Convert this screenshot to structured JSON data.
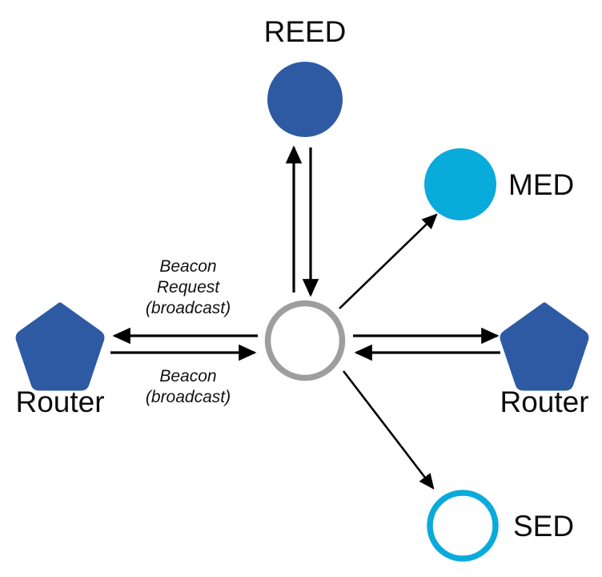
{
  "diagram": {
    "type": "thread-network-topology",
    "background_color": "#ffffff",
    "colors": {
      "router_blue": "#2E5AA4",
      "reed_blue": "#2E5AA4",
      "med_cyan": "#09ABDB",
      "sed_cyan": "#09ABDB",
      "leader_gray": "#9E9E9E",
      "arrow_black": "#000000",
      "text_black": "#0d0d0d"
    },
    "nodes": [
      {
        "id": "reed",
        "label": "REED",
        "shape": "filled-circle",
        "color": "#2E5AA4",
        "label_position": "above"
      },
      {
        "id": "med",
        "label": "MED",
        "shape": "filled-circle",
        "color": "#09ABDB",
        "label_position": "right"
      },
      {
        "id": "sed",
        "label": "SED",
        "shape": "hollow-circle",
        "color": "#09ABDB",
        "label_position": "right"
      },
      {
        "id": "router-left",
        "label": "Router",
        "shape": "filled-pentagon",
        "color": "#2E5AA4",
        "label_position": "below"
      },
      {
        "id": "router-right",
        "label": "Router",
        "shape": "filled-pentagon",
        "color": "#2E5AA4",
        "label_position": "below"
      },
      {
        "id": "center",
        "label": "",
        "shape": "hollow-circle",
        "color": "#9E9E9E",
        "label_position": "none"
      }
    ],
    "edges": [
      {
        "id": "center-to-reed",
        "from": "center",
        "to": "reed",
        "direction": "up",
        "label": ""
      },
      {
        "id": "reed-to-center",
        "from": "reed",
        "to": "center",
        "direction": "down",
        "label": ""
      },
      {
        "id": "center-to-router-left",
        "from": "center",
        "to": "router-left",
        "direction": "left",
        "label": "Beacon Request (broadcast)"
      },
      {
        "id": "router-left-to-center",
        "from": "router-left",
        "to": "center",
        "direction": "right",
        "label": "Beacon (broadcast)"
      },
      {
        "id": "center-to-router-right",
        "from": "center",
        "to": "router-right",
        "direction": "right",
        "label": ""
      },
      {
        "id": "router-right-to-center",
        "from": "router-right",
        "to": "center",
        "direction": "left",
        "label": ""
      },
      {
        "id": "center-to-med",
        "from": "center",
        "to": "med",
        "direction": "up-right",
        "label": ""
      },
      {
        "id": "center-to-sed",
        "from": "center",
        "to": "sed",
        "direction": "down-right",
        "label": ""
      }
    ],
    "labels": {
      "reed": "REED",
      "med": "MED",
      "sed": "SED",
      "router_left": "Router",
      "router_right": "Router",
      "beacon_request_line1": "Beacon",
      "beacon_request_line2": "Request",
      "beacon_request_line3": "(broadcast)",
      "beacon_line1": "Beacon",
      "beacon_line2": "(broadcast)"
    }
  }
}
